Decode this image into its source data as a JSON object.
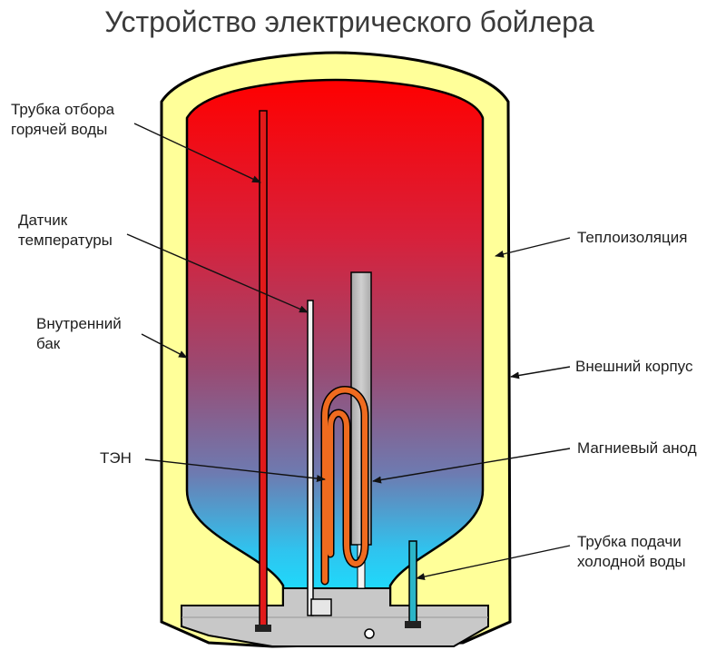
{
  "title": "Устройство электрического бойлера",
  "labels": {
    "hot_pipe": "Трубка отбора\nгорячей воды",
    "temp_sensor": "Датчик\nтемпературы",
    "inner_tank": "Внутренний\nбак",
    "heater": "ТЭН",
    "insulation": "Теплоизоляция",
    "outer_shell": "Внешний корпус",
    "anode": "Магниевый анод",
    "cold_pipe": "Трубка подачи\nхолодной воды"
  },
  "colors": {
    "insulation": "#ffff99",
    "hot_water": "#ff0000",
    "cold_water": "#19e1ff",
    "hot_pipe": "#e21a1a",
    "cold_pipe": "#2bb5c8",
    "heater": "#ef6b1f",
    "anode": "#b9b9b9",
    "base": "#c8c8c8"
  }
}
